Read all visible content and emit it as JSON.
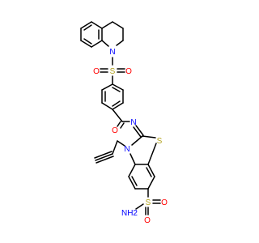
{
  "colors": {
    "bond": "#000000",
    "N": "#0000ff",
    "S": "#b2a21e",
    "O": "#ff0000"
  },
  "atoms": {
    "n_thq": "N",
    "s_sulfonyl": "S",
    "o_sulfonyl_left": "O",
    "o_sulfonyl_right": "O",
    "o_amide": "O",
    "n_imine": "N",
    "s_thiazole": "S",
    "n_thiazole": "N",
    "s_sulfonamide": "S",
    "o_sulfonamide_top": "O",
    "o_sulfonamide_bottom": "O",
    "nh2_label": "NH2"
  }
}
